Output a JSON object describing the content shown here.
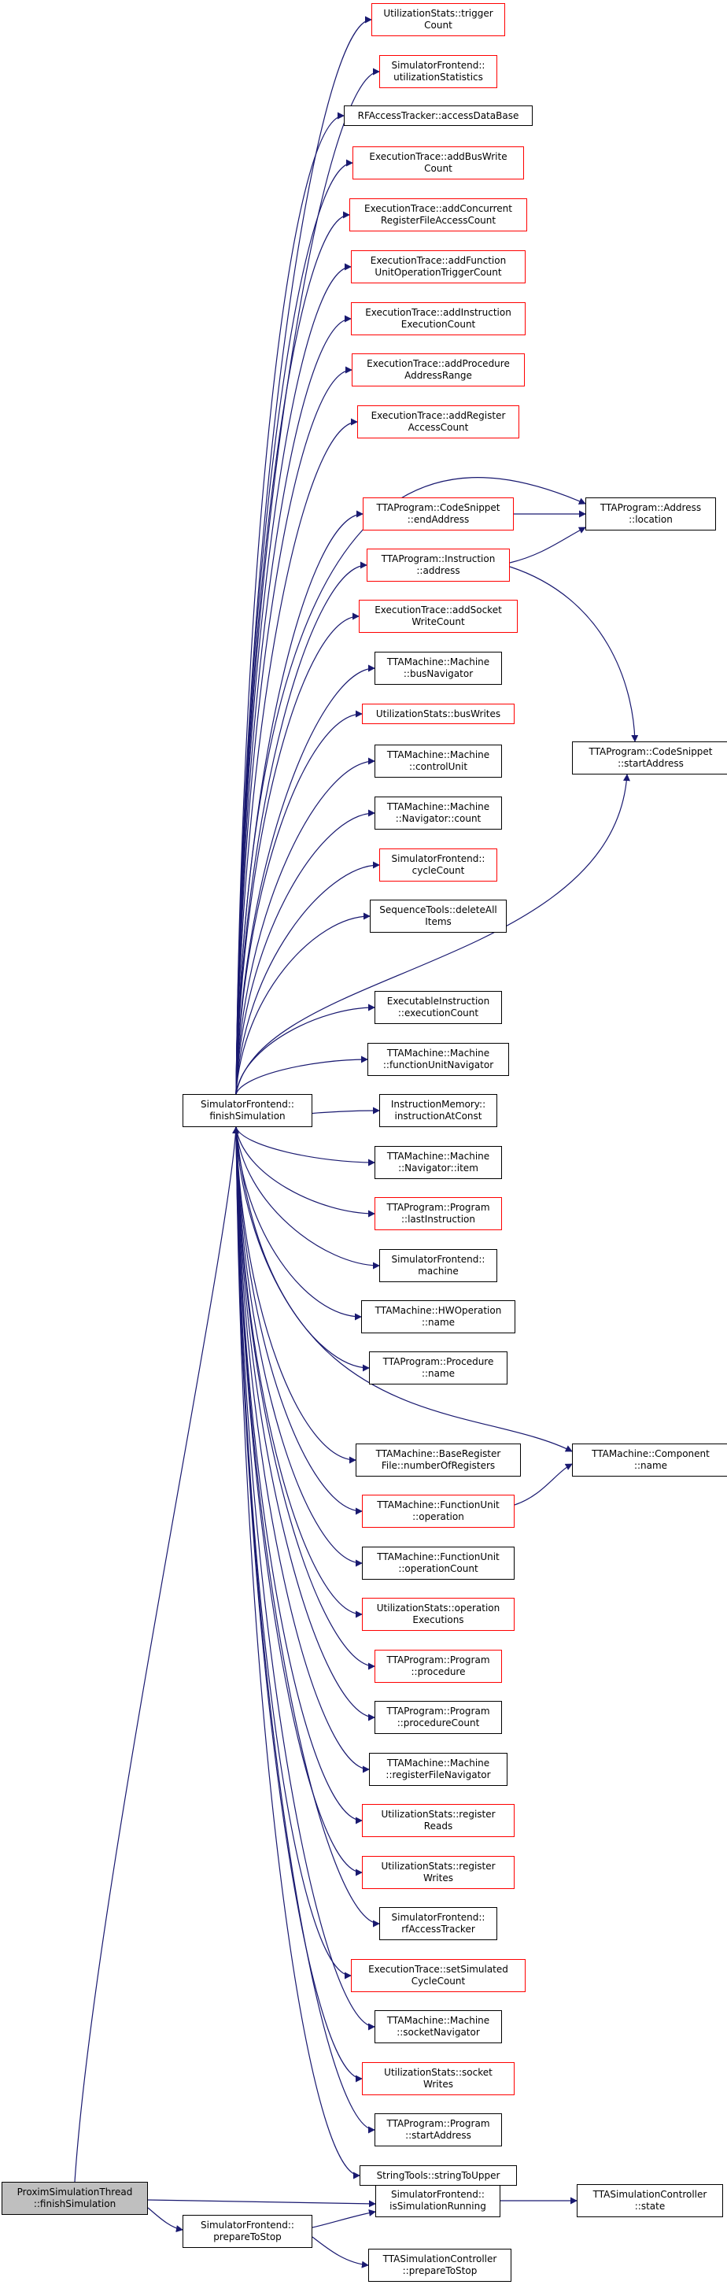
{
  "diagram": {
    "edge_color": "#191970",
    "link_border_color": "#ff0000",
    "node_border_color": "#000000",
    "root_fill": "#bfbfbf",
    "nodes": [
      {
        "id": "root",
        "lines": [
          "ProximSimulationThread",
          "::finishSimulation"
        ],
        "style": "gray"
      },
      {
        "id": "finish",
        "lines": [
          "SimulatorFrontend::",
          "finishSimulation"
        ],
        "style": "black"
      },
      {
        "id": "prepare",
        "lines": [
          "SimulatorFrontend::",
          "prepareToStop"
        ],
        "style": "black"
      },
      {
        "id": "isrunning",
        "lines": [
          "SimulatorFrontend::",
          "isSimulationRunning"
        ],
        "style": "black"
      },
      {
        "id": "ctrl_state",
        "lines": [
          "TTASimulationController",
          "::state"
        ],
        "style": "black"
      },
      {
        "id": "ctrl_prepare",
        "lines": [
          "TTASimulationController",
          "::prepareToStop"
        ],
        "style": "black"
      },
      {
        "id": "n_triggercount",
        "lines": [
          "UtilizationStats::trigger",
          "Count"
        ],
        "style": "red"
      },
      {
        "id": "n_utilstats",
        "lines": [
          "SimulatorFrontend::",
          "utilizationStatistics"
        ],
        "style": "red"
      },
      {
        "id": "n_rfaccess",
        "lines": [
          "RFAccessTracker::accessDataBase"
        ],
        "style": "black"
      },
      {
        "id": "n_addbus",
        "lines": [
          "ExecutionTrace::addBusWrite",
          "Count"
        ],
        "style": "red"
      },
      {
        "id": "n_addconc",
        "lines": [
          "ExecutionTrace::addConcurrent",
          "RegisterFileAccessCount"
        ],
        "style": "red"
      },
      {
        "id": "n_addfunc",
        "lines": [
          "ExecutionTrace::addFunction",
          "UnitOperationTriggerCount"
        ],
        "style": "red"
      },
      {
        "id": "n_addinstr",
        "lines": [
          "ExecutionTrace::addInstruction",
          "ExecutionCount"
        ],
        "style": "red"
      },
      {
        "id": "n_addproc",
        "lines": [
          "ExecutionTrace::addProcedure",
          "AddressRange"
        ],
        "style": "red"
      },
      {
        "id": "n_addreg",
        "lines": [
          "ExecutionTrace::addRegister",
          "AccessCount"
        ],
        "style": "red"
      },
      {
        "id": "n_endaddr",
        "lines": [
          "TTAProgram::CodeSnippet",
          "::endAddress"
        ],
        "style": "red"
      },
      {
        "id": "n_instaddr",
        "lines": [
          "TTAProgram::Instruction",
          "::address"
        ],
        "style": "red"
      },
      {
        "id": "n_addsocket",
        "lines": [
          "ExecutionTrace::addSocket",
          "WriteCount"
        ],
        "style": "red"
      },
      {
        "id": "n_busnav",
        "lines": [
          "TTAMachine::Machine",
          "::busNavigator"
        ],
        "style": "black"
      },
      {
        "id": "n_buswrites",
        "lines": [
          "UtilizationStats::busWrites"
        ],
        "style": "red"
      },
      {
        "id": "n_ctrlunit",
        "lines": [
          "TTAMachine::Machine",
          "::controlUnit"
        ],
        "style": "black"
      },
      {
        "id": "n_navcount",
        "lines": [
          "TTAMachine::Machine",
          "::Navigator::count"
        ],
        "style": "black"
      },
      {
        "id": "n_cyclecount",
        "lines": [
          "SimulatorFrontend::",
          "cycleCount"
        ],
        "style": "red"
      },
      {
        "id": "n_deleteall",
        "lines": [
          "SequenceTools::deleteAll",
          "Items"
        ],
        "style": "black"
      },
      {
        "id": "n_execcount",
        "lines": [
          "ExecutableInstruction",
          "::executionCount"
        ],
        "style": "black"
      },
      {
        "id": "n_funcnav",
        "lines": [
          "TTAMachine::Machine",
          "::functionUnitNavigator"
        ],
        "style": "black"
      },
      {
        "id": "n_instrconst",
        "lines": [
          "InstructionMemory::",
          "instructionAtConst"
        ],
        "style": "black"
      },
      {
        "id": "n_navitem",
        "lines": [
          "TTAMachine::Machine",
          "::Navigator::item"
        ],
        "style": "black"
      },
      {
        "id": "n_lastinstr",
        "lines": [
          "TTAProgram::Program",
          "::lastInstruction"
        ],
        "style": "red"
      },
      {
        "id": "n_machine",
        "lines": [
          "SimulatorFrontend::",
          "machine"
        ],
        "style": "black"
      },
      {
        "id": "n_hwopname",
        "lines": [
          "TTAMachine::HWOperation",
          "::name"
        ],
        "style": "black"
      },
      {
        "id": "n_procname",
        "lines": [
          "TTAProgram::Procedure",
          "::name"
        ],
        "style": "black"
      },
      {
        "id": "n_numregs",
        "lines": [
          "TTAMachine::BaseRegister",
          "File::numberOfRegisters"
        ],
        "style": "black"
      },
      {
        "id": "n_fuop",
        "lines": [
          "TTAMachine::FunctionUnit",
          "::operation"
        ],
        "style": "red"
      },
      {
        "id": "n_fuopcount",
        "lines": [
          "TTAMachine::FunctionUnit",
          "::operationCount"
        ],
        "style": "black"
      },
      {
        "id": "n_opexec",
        "lines": [
          "UtilizationStats::operation",
          "Executions"
        ],
        "style": "red"
      },
      {
        "id": "n_progproc",
        "lines": [
          "TTAProgram::Program",
          "::procedure"
        ],
        "style": "red"
      },
      {
        "id": "n_proccount",
        "lines": [
          "TTAProgram::Program",
          "::procedureCount"
        ],
        "style": "black"
      },
      {
        "id": "n_rfnav",
        "lines": [
          "TTAMachine::Machine",
          "::registerFileNavigator"
        ],
        "style": "black"
      },
      {
        "id": "n_regreads",
        "lines": [
          "UtilizationStats::register",
          "Reads"
        ],
        "style": "red"
      },
      {
        "id": "n_regwrites",
        "lines": [
          "UtilizationStats::register",
          "Writes"
        ],
        "style": "red"
      },
      {
        "id": "n_rftracker",
        "lines": [
          "SimulatorFrontend::",
          "rfAccessTracker"
        ],
        "style": "black"
      },
      {
        "id": "n_setcycle",
        "lines": [
          "ExecutionTrace::setSimulated",
          "CycleCount"
        ],
        "style": "red"
      },
      {
        "id": "n_socknav",
        "lines": [
          "TTAMachine::Machine",
          "::socketNavigator"
        ],
        "style": "black"
      },
      {
        "id": "n_sockwrites",
        "lines": [
          "UtilizationStats::socket",
          "Writes"
        ],
        "style": "red"
      },
      {
        "id": "n_startaddr",
        "lines": [
          "TTAProgram::Program",
          "::startAddress"
        ],
        "style": "black"
      },
      {
        "id": "n_toupper",
        "lines": [
          "StringTools::stringToUpper"
        ],
        "style": "black"
      },
      {
        "id": "n_addrloc",
        "lines": [
          "TTAProgram::Address",
          "::location"
        ],
        "style": "black"
      },
      {
        "id": "n_csstart",
        "lines": [
          "TTAProgram::CodeSnippet",
          "::startAddress"
        ],
        "style": "black"
      },
      {
        "id": "n_compname",
        "lines": [
          "TTAMachine::Component",
          "::name"
        ],
        "style": "black"
      }
    ]
  }
}
